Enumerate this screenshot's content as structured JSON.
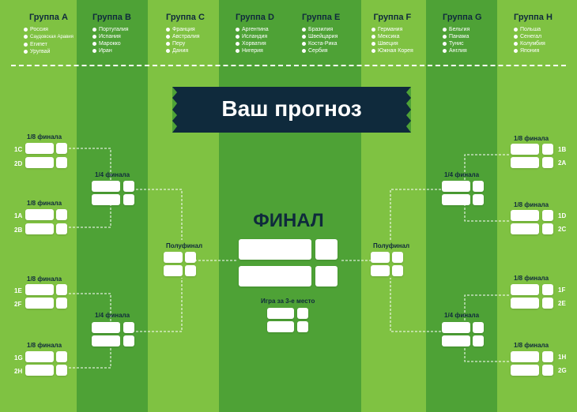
{
  "banner_title": "Ваш прогноз",
  "groups": [
    {
      "name": "Группа A",
      "teams": [
        "Россия",
        "Саудовская Аравия",
        "Египет",
        "Уругвай"
      ]
    },
    {
      "name": "Группа B",
      "teams": [
        "Португалия",
        "Испания",
        "Марокко",
        "Иран"
      ]
    },
    {
      "name": "Группа C",
      "teams": [
        "Франция",
        "Австралия",
        "Перу",
        "Дания"
      ]
    },
    {
      "name": "Группа D",
      "teams": [
        "Аргентина",
        "Исландия",
        "Хорватия",
        "Нигерия"
      ]
    },
    {
      "name": "Группа E",
      "teams": [
        "Бразилия",
        "Швейцария",
        "Коста-Рика",
        "Сербия"
      ]
    },
    {
      "name": "Группа F",
      "teams": [
        "Германия",
        "Мексика",
        "Швеция",
        "Южная Корея"
      ]
    },
    {
      "name": "Группа G",
      "teams": [
        "Бельгия",
        "Панама",
        "Тунис",
        "Англия"
      ]
    },
    {
      "name": "Группа H",
      "teams": [
        "Польша",
        "Сенегал",
        "Колумбия",
        "Япония"
      ]
    }
  ],
  "labels": {
    "r16": "1/8 финала",
    "qf": "1/4 финала",
    "sf": "Полуфинал",
    "final": "ФИНАЛ",
    "third": "Игра за 3-е место"
  },
  "seeds_left": [
    "1C",
    "2D",
    "1A",
    "2B",
    "1E",
    "2F",
    "1G",
    "2H"
  ],
  "seeds_right": [
    "1B",
    "2A",
    "1D",
    "2C",
    "1F",
    "2E",
    "1H",
    "2G"
  ],
  "colors": {
    "light_green": "#7fc242",
    "dark_green": "#4ea236",
    "navy": "#0f2a3c"
  }
}
